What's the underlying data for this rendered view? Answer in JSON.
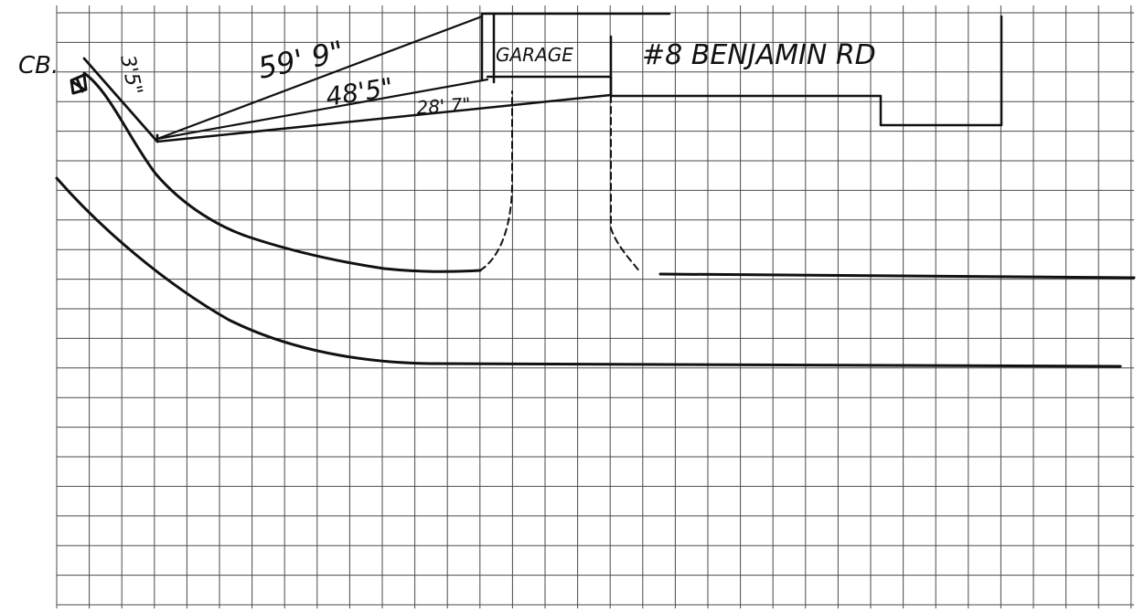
{
  "sketch": {
    "catch_basin_label": "CB.",
    "offset_label": "3'5\"",
    "measure_long": "59' 9\"",
    "measure_mid": "48'5\"",
    "measure_short": "28' 7\"",
    "garage_label": "GARAGE",
    "address_label": "#8 BENJAMIN RD"
  },
  "colors": {
    "ink": "#111111",
    "grid": "#4a4a4a",
    "paper": "#ffffff"
  }
}
